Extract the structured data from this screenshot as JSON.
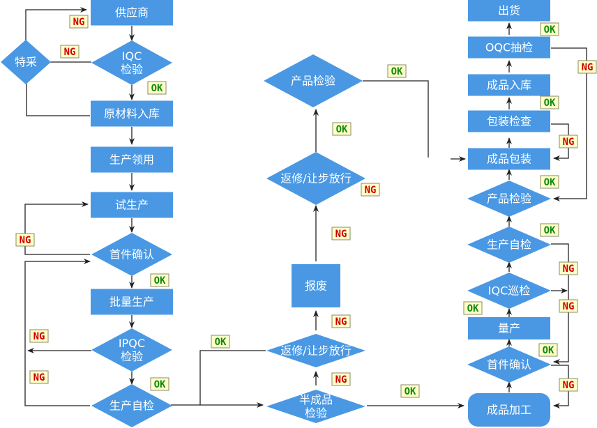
{
  "diagram": {
    "type": "quality-control-flowchart",
    "colors": {
      "node": "#4a98e4",
      "node_text": "#ffffff",
      "edge": "#222222",
      "badge_bg": "#ffffc8",
      "ok": "#108a10",
      "ng": "#d00000"
    },
    "nodes": {
      "supplier": [
        "供应商"
      ],
      "iqc": [
        "IQC",
        "检验"
      ],
      "special_purchase": [
        "特采"
      ],
      "raw_storage": [
        "原材料入库"
      ],
      "material_issue": [
        "生产领用"
      ],
      "trial_production": [
        "试生产"
      ],
      "first_article_1": [
        "首件确认"
      ],
      "mass_production_1": [
        "批量生产"
      ],
      "ipqc": [
        "IPQC",
        "检验"
      ],
      "self_check_1": [
        "生产自检"
      ],
      "semi_inspection": [
        "半成品",
        "检验"
      ],
      "rework_1": [
        "返修/让步放行"
      ],
      "scrap": [
        "报废"
      ],
      "rework_2": [
        "返修/让步放行"
      ],
      "product_inspection_1": [
        "产品检验"
      ],
      "finished_processing": [
        "成品加工"
      ],
      "first_article_2": [
        "首件确认"
      ],
      "mass_production_2": [
        "量产"
      ],
      "iqc_patrol": [
        "IQC巡检"
      ],
      "self_check_2": [
        "生产自检"
      ],
      "product_inspection_2": [
        "产品检验"
      ],
      "finished_packaging": [
        "成品包装"
      ],
      "packaging_check": [
        "包装检查"
      ],
      "finished_storage": [
        "成品入库"
      ],
      "oqc": [
        "OQC抽检"
      ],
      "shipment": [
        "出货"
      ]
    },
    "badges": {
      "ok": "OK",
      "ng": "NG"
    }
  }
}
